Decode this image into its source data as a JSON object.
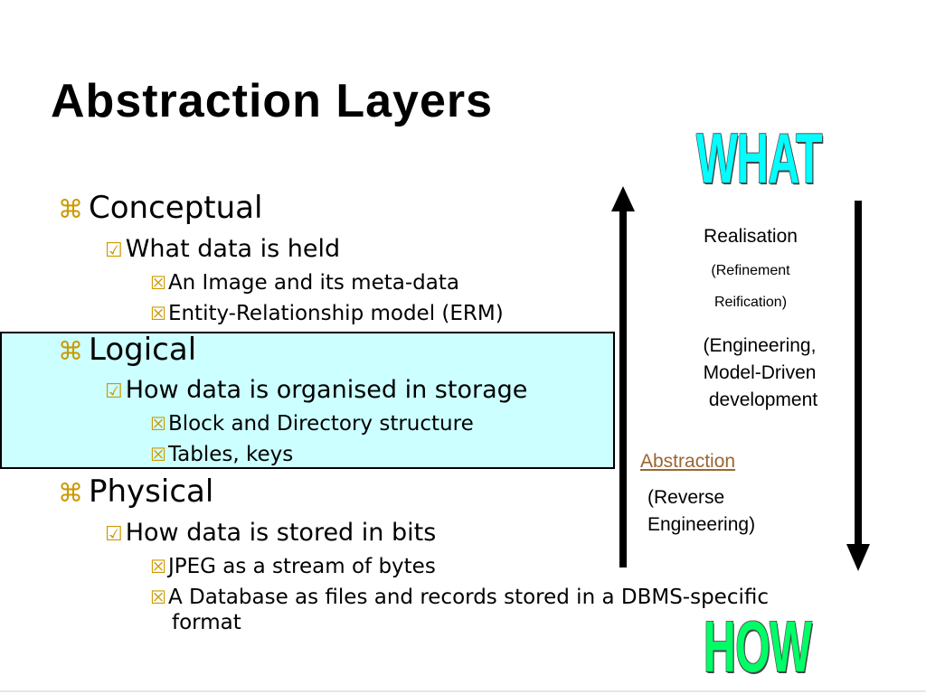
{
  "title": "Abstraction Layers",
  "bullets": {
    "conceptual": "Conceptual",
    "conceptual_sub": "What data is held",
    "conceptual_items": [
      "An Image and its meta-data",
      "Entity-Relationship model (ERM)"
    ],
    "logical": "Logical",
    "logical_sub": "How data is organised in storage",
    "logical_items": [
      "Block and Directory structure",
      "Tables, keys"
    ],
    "physical": "Physical",
    "physical_sub": "How data is stored in bits",
    "physical_items": [
      "JPEG as a stream of bytes",
      "A Database as files and records stored in a DBMS-specific",
      "format"
    ]
  },
  "markers": {
    "level1": "⌘",
    "level2": "☑",
    "level3": "☒"
  },
  "side": {
    "what": "WHAT",
    "how": "HOW",
    "realisation": "Realisation",
    "refinement": "(Refinement",
    "reification": "Reification)",
    "engineering_1": "(Engineering,",
    "engineering_2": "Model-Driven",
    "engineering_3": "development",
    "abstraction": "Abstraction",
    "reverse_1": "(Reverse",
    "reverse_2": "Engineering)"
  },
  "colors": {
    "highlight": "#ccffff",
    "bullet_marker": "#cc9900",
    "link": "#996633",
    "what": "#00ffff",
    "how": "#00ff66"
  }
}
